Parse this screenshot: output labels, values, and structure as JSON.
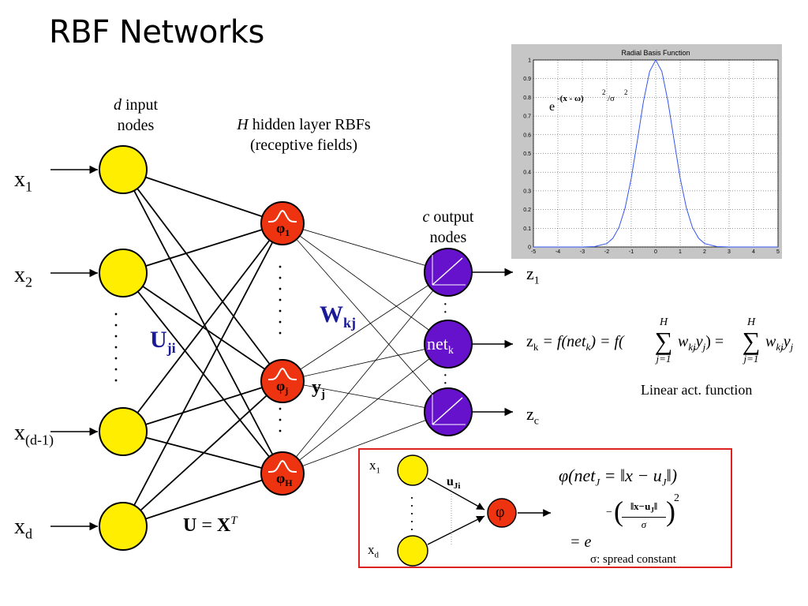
{
  "slide": {
    "title": "RBF Networks"
  },
  "network": {
    "input_label_var": "d",
    "input_label_rest": " input",
    "input_label_line2": "nodes",
    "hidden_label_var": "H",
    "hidden_label_rest": " hidden layer RBFs",
    "hidden_label_line2": "(receptive fields)",
    "output_label_var": "c",
    "output_label_rest": " output",
    "output_label_line2": "nodes",
    "inputs": [
      {
        "base": "x",
        "sub": "1"
      },
      {
        "base": "x",
        "sub": "2"
      },
      {
        "base": "x",
        "sub": "(d-1)"
      },
      {
        "base": "x",
        "sub": "d"
      }
    ],
    "hidden": [
      {
        "base": "φ",
        "sub": "1"
      },
      {
        "base": "φ",
        "sub": "j"
      },
      {
        "base": "φ",
        "sub": "H"
      }
    ],
    "outputs": [
      {
        "base": "z",
        "sub": "1"
      },
      {
        "base": "z",
        "sub": "k"
      },
      {
        "base": "z",
        "sub": "c"
      }
    ],
    "net_label_base": "net",
    "net_label_sub": "k",
    "u_label_base": "U",
    "u_label_sub": "ji",
    "w_label_base": "W",
    "w_label_sub": "kj",
    "y_label_base": "y",
    "y_label_sub": "j",
    "u_equation_lhs": "U",
    "u_equation_eq": " = ",
    "u_equation_rhs": "X",
    "u_equation_sup": "T",
    "dots_vertical": "⋮"
  },
  "equation": {
    "lhs": "z",
    "lhs_sub": "k",
    "middle": " = f(net",
    "middle_sub": "k",
    "middle_end": ") = f(",
    "sum_top": "H",
    "sum_bottom": "j=1",
    "term": "w",
    "term_sub": "kj",
    "term_y": "y",
    "term_y_sub": "j",
    "close": ") =",
    "caption": "Linear act. function"
  },
  "plot": {
    "title": "Radial Basis Function",
    "formula_e": "e",
    "formula_exp": "-(x - ω)",
    "formula_sq": "2",
    "formula_div": " /σ",
    "formula_sq2": "2",
    "x_ticks": [
      "-5",
      "-4",
      "-3",
      "-2",
      "-1",
      "0",
      "1",
      "2",
      "3",
      "4",
      "5"
    ],
    "y_ticks": [
      "0",
      "0.1",
      "0.2",
      "0.3",
      "0.4",
      "0.5",
      "0.6",
      "0.7",
      "0.8",
      "0.9",
      "1"
    ],
    "line_color": "#3355ee"
  },
  "chart_data": {
    "type": "line",
    "title": "Radial Basis Function",
    "xlabel": "",
    "ylabel": "",
    "xlim": [
      -5,
      5
    ],
    "ylim": [
      0,
      1
    ],
    "grid": true,
    "x": [
      -5,
      -4.5,
      -4,
      -3.5,
      -3,
      -2.5,
      -2,
      -1.75,
      -1.5,
      -1.25,
      -1,
      -0.75,
      -0.5,
      -0.25,
      0,
      0.25,
      0.5,
      0.75,
      1,
      1.25,
      1.5,
      1.75,
      2,
      2.5,
      3,
      3.5,
      4,
      4.5,
      5
    ],
    "series": [
      {
        "values": [
          0,
          0,
          0,
          0,
          0,
          0.002,
          0.018,
          0.047,
          0.105,
          0.21,
          0.368,
          0.57,
          0.779,
          0.939,
          1,
          0.939,
          0.779,
          0.57,
          0.368,
          0.21,
          0.105,
          0.047,
          0.018,
          0.002,
          0,
          0,
          0,
          0,
          0
        ]
      }
    ]
  },
  "inset": {
    "x1_base": "x",
    "x1_sub": "1",
    "xd_base": "x",
    "xd_sub": "d",
    "u_base": "u",
    "u_sub": "Ji",
    "node_label": "φ",
    "eq1": "φ(net",
    "eq1_sub": "J",
    "eq1_rest": " = ‖x − u",
    "eq1_u_sub": "J",
    "eq1_end": "‖)",
    "eq2_prefix": "= e",
    "eq2_num": "‖x−u",
    "eq2_num_sub": "J",
    "eq2_num_end": "‖",
    "eq2_den": "σ",
    "eq2_sq": "2",
    "eq2_minus": "−",
    "caption": "σ: spread constant",
    "border_color": "#dd2222"
  },
  "colors": {
    "input_node": "#ffee00",
    "hidden_node": "#ee3311",
    "output_node": "#6611cc",
    "label_blue": "#1a1a99"
  }
}
